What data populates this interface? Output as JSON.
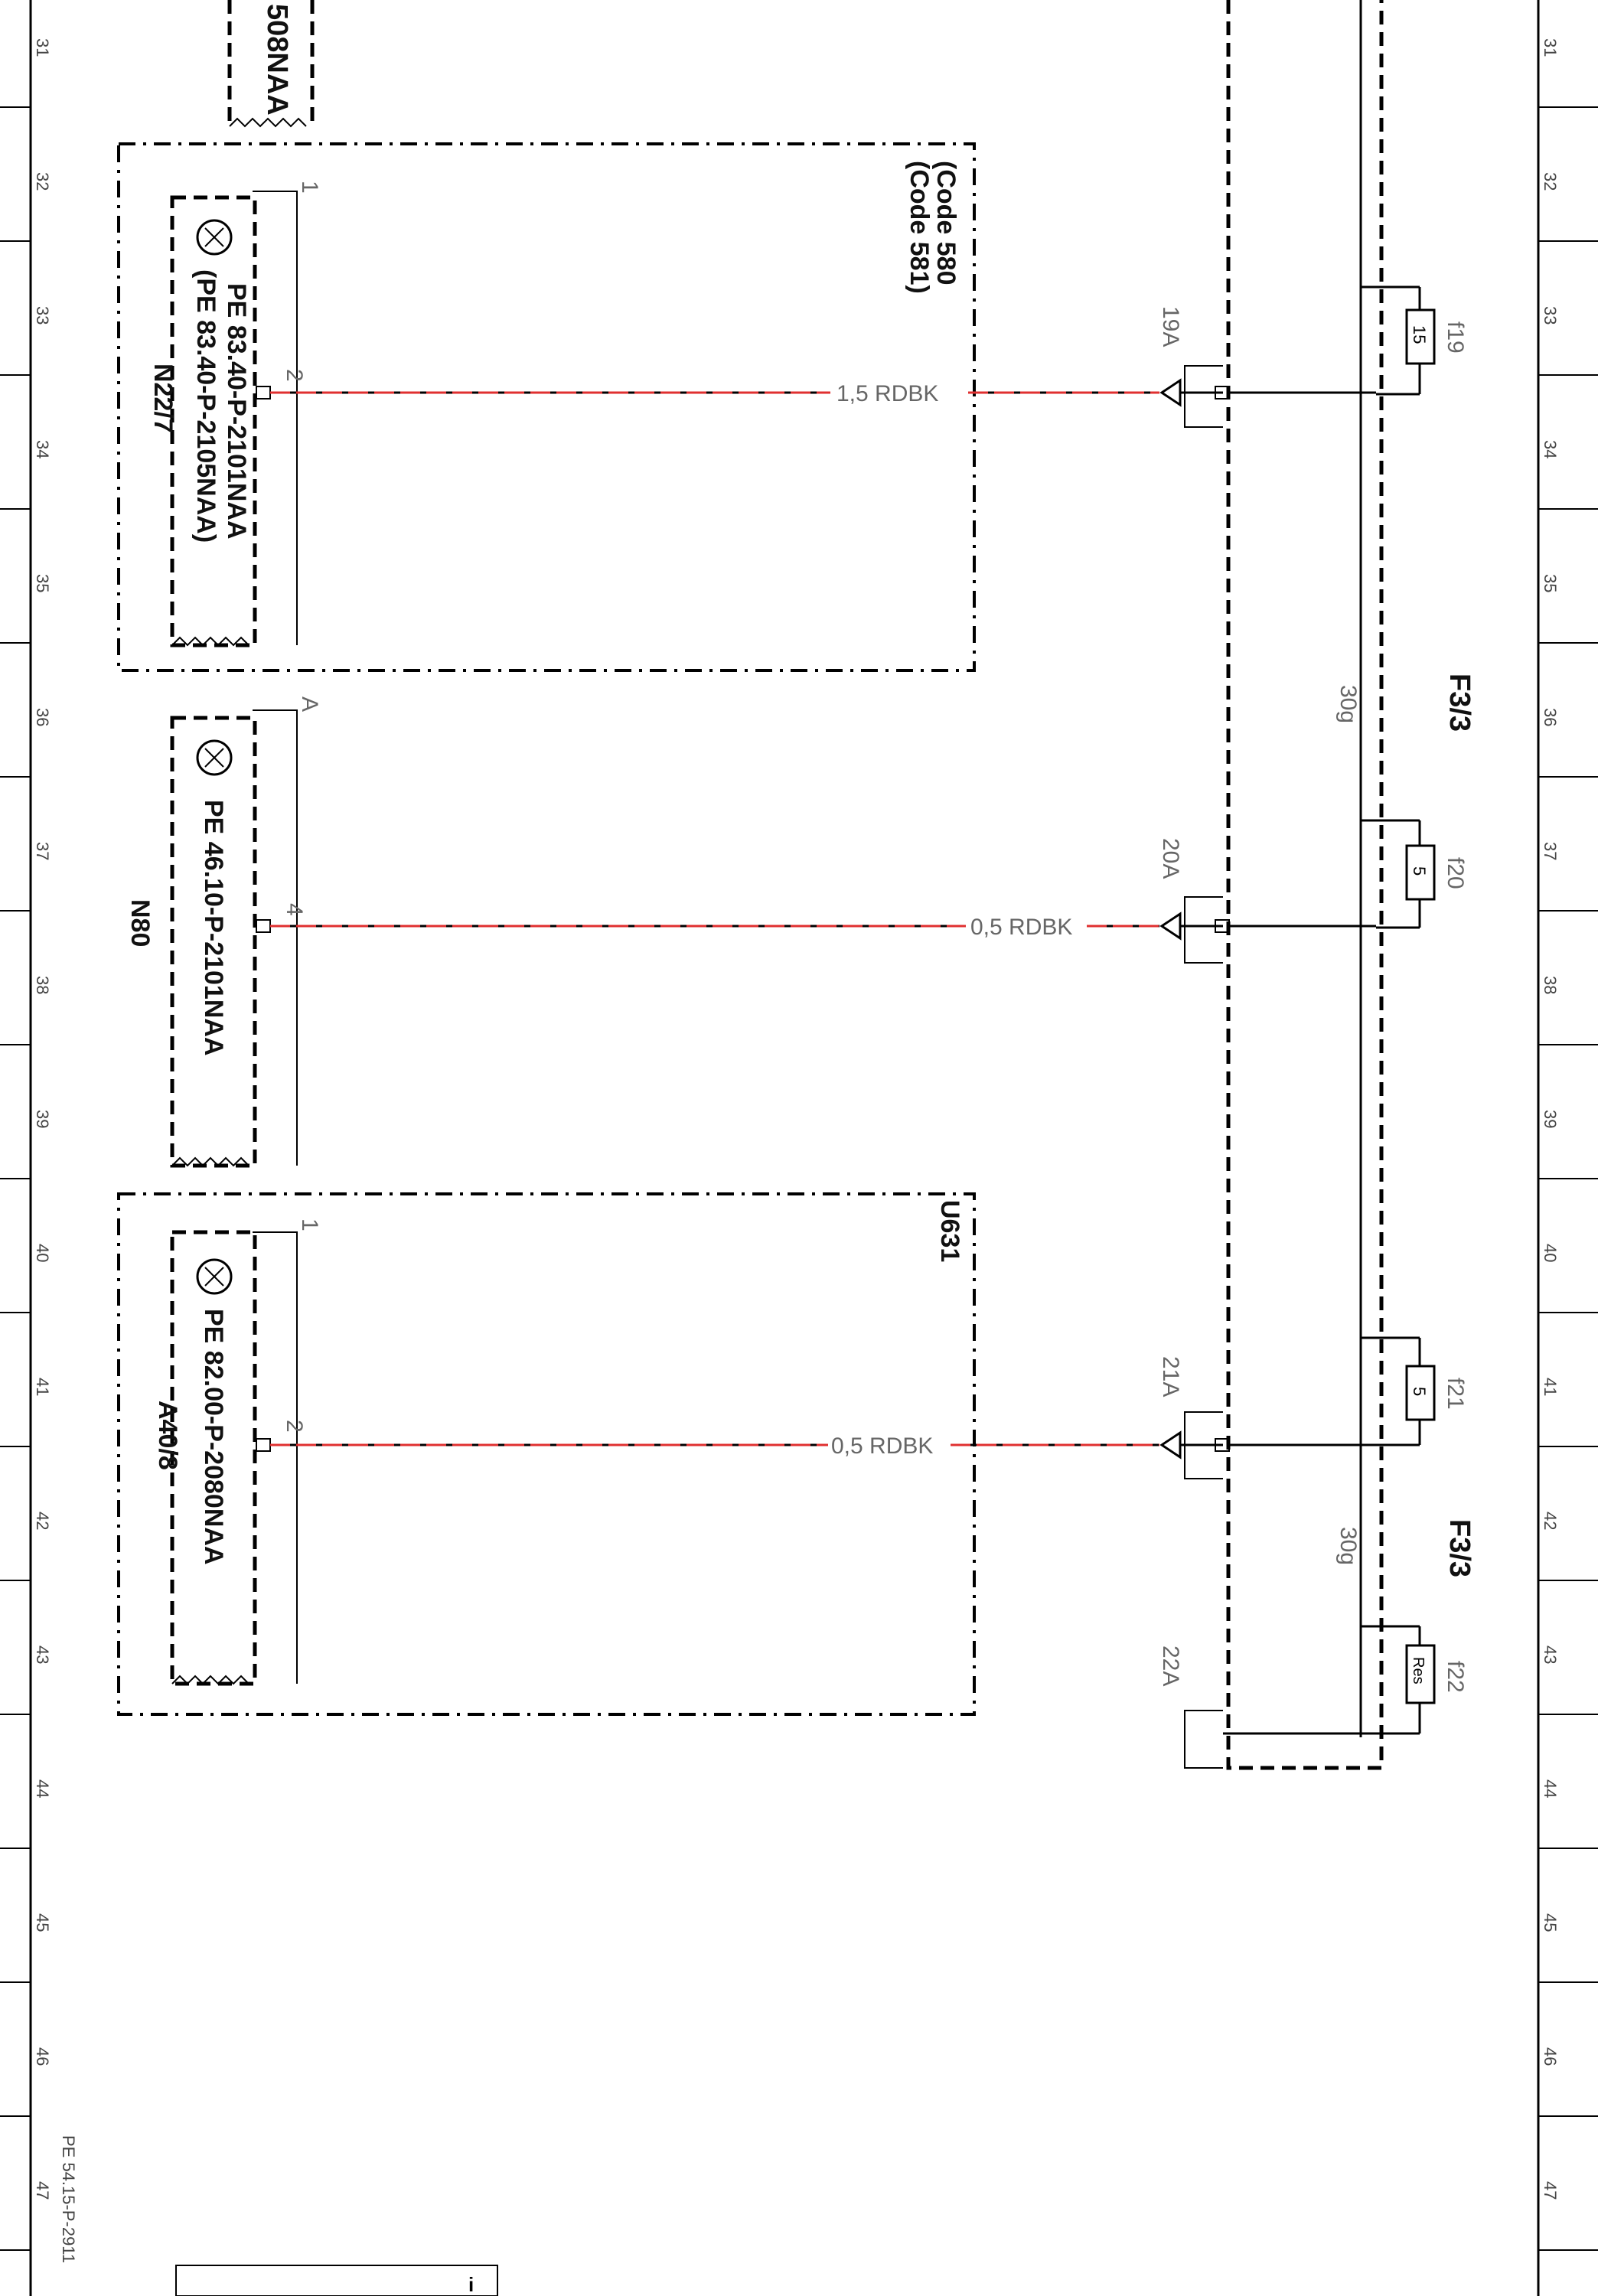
{
  "grid": {
    "rows": [
      "31",
      "32",
      "33",
      "34",
      "35",
      "36",
      "37",
      "38",
      "39",
      "40",
      "41",
      "42",
      "43",
      "44",
      "45",
      "46",
      "47"
    ]
  },
  "page_ref": "PE 54.15-P-2911",
  "top_ref": "508NAA",
  "fuse_block": {
    "label_a": "F3/3",
    "label_b": "F3/3",
    "bus_a": "30g",
    "bus_b": "30g"
  },
  "fuses": [
    {
      "name": "f19",
      "rating": "15",
      "pin": "19A"
    },
    {
      "name": "f20",
      "rating": "5",
      "pin": "20A"
    },
    {
      "name": "f21",
      "rating": "5",
      "pin": "21A"
    },
    {
      "name": "f22",
      "rating": "Res",
      "pin": "22A"
    }
  ],
  "components": [
    {
      "id": "N22/7",
      "code_a": "(Code 580",
      "code_b": "(Code 581)",
      "ref_a": "PE 83.40-P-2101NAA",
      "ref_b": "(PE 83.40-P-2105NAA)",
      "pin_top": "1",
      "pin": "2",
      "wire": "1,5 RDBK"
    },
    {
      "id": "N80",
      "ref_a": "PE 46.10-P-2101NAA",
      "pin_top": "A",
      "pin": "4",
      "wire": "0,5 RDBK"
    },
    {
      "id": "A40/8",
      "code_a": "U631",
      "ref_a": "PE 82.00-P-2080NAA",
      "pin_top": "1",
      "pin": "2",
      "wire": "0,5 RDBK"
    }
  ]
}
